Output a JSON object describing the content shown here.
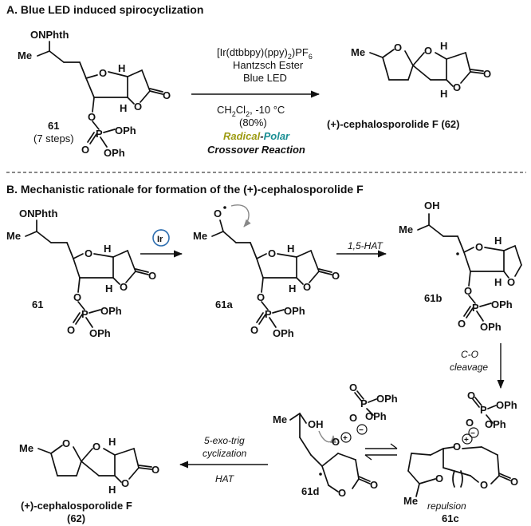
{
  "section_a": {
    "title": "A. Blue LED induced spirocyclization",
    "start_compound": {
      "id": "61",
      "note": "(7 steps)"
    },
    "reagents": {
      "catalyst_main": "[Ir(dtbbpy)(ppy)",
      "catalyst_sub": "2",
      "catalyst_after": ")PF",
      "catalyst_sub2": "6",
      "line2": "Hantzsch Ester",
      "line3": "Blue LED"
    },
    "conditions": {
      "solvent_main": "CH",
      "solvent_sub": "2",
      "solvent_mid": "Cl",
      "solvent_sub2": "2",
      "solvent_after": ", -10 °C",
      "yield": "(80%)",
      "radical_word": "Radical",
      "dash": "-",
      "polar_word": "Polar",
      "crossover": "Crossover Reaction"
    },
    "product": {
      "name": "(+)-cephalosporolide F (62)"
    }
  },
  "section_b": {
    "title": "B. Mechanistic rationale for formation of the (+)-cephalosporolide F",
    "labels": {
      "c61": "61",
      "c61a": "61a",
      "c61b": "61b",
      "c61c": "61c",
      "c61d": "61d"
    },
    "ir_badge": "Ir",
    "step_hat": "1,5-HAT",
    "step_co_1": "C-O",
    "step_co_2": "cleavage",
    "step_cycl_1": "5-exo-trig",
    "step_cycl_2": "cyclization",
    "step_hat2": "HAT",
    "repulsion": "repulsion",
    "product_name": "(+)-cephalosporolide F",
    "product_id": "(62)"
  },
  "atoms": {
    "onphth": "ONPhth",
    "me": "Me",
    "o": "O",
    "h": "H",
    "p": "P",
    "oph": "OPh",
    "oh": "OH",
    "plus": "+",
    "minus": "−"
  },
  "colors": {
    "radical": "#9c9a10",
    "polar": "#1a8f94",
    "crossover": "#8c8c8c",
    "step_text": "#7a7a7a",
    "ir_badge": "#2f6fb0",
    "spiro_bond": "#1a8f94"
  }
}
